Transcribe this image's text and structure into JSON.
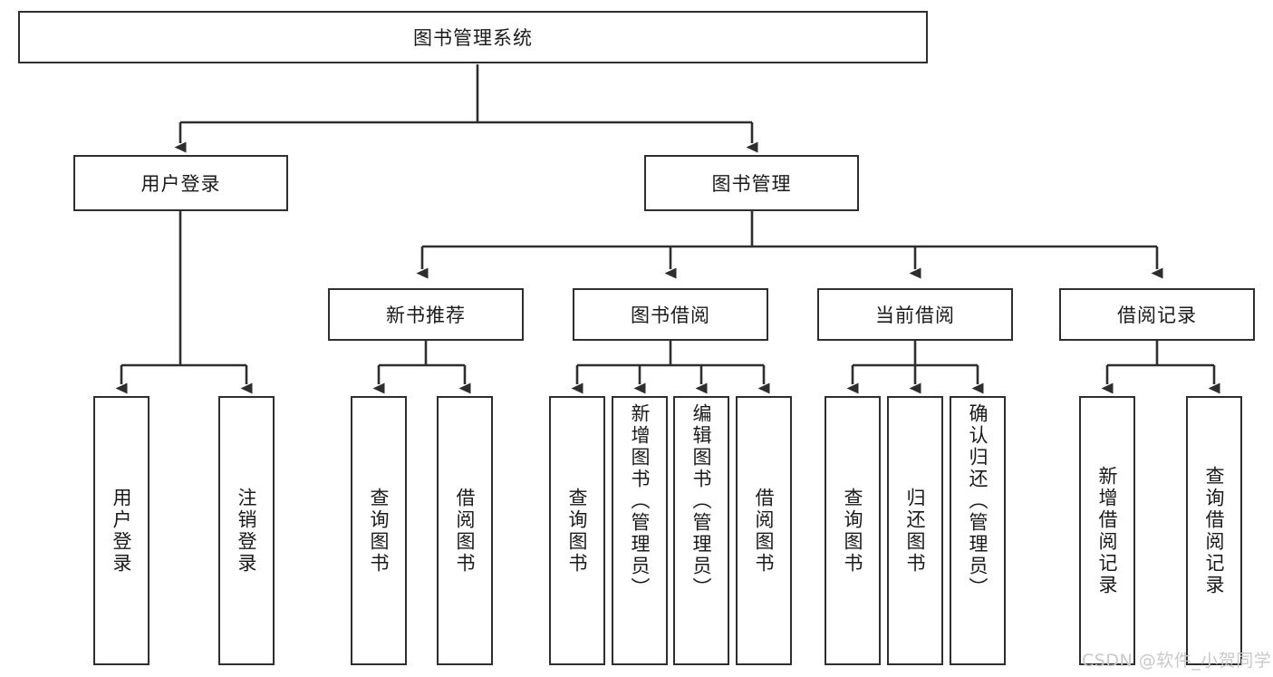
{
  "diagram": {
    "type": "tree-hierarchy-chart",
    "title": "图书管理系统",
    "watermark": "CSDN @软件_小贺同学",
    "colors": {
      "box_border": "#2e2e2e",
      "box_fill": "#ffffff",
      "connector": "#2e2e2e",
      "text": "#1a1a1a",
      "watermark": "#c9c9c9",
      "background": "#ffffff"
    },
    "root": {
      "label": "图书管理系统"
    },
    "level2": [
      {
        "id": "user-login",
        "label": "用户登录"
      },
      {
        "id": "book-management",
        "label": "图书管理"
      }
    ],
    "level3": [
      {
        "id": "new-book-recommend",
        "label": "新书推荐",
        "parent": "book-management"
      },
      {
        "id": "book-borrow",
        "label": "图书借阅",
        "parent": "book-management"
      },
      {
        "id": "current-borrow",
        "label": "当前借阅",
        "parent": "book-management"
      },
      {
        "id": "borrow-record",
        "label": "借阅记录",
        "parent": "book-management"
      }
    ],
    "leaves": [
      {
        "id": "leaf-user-login",
        "label": "用户登录",
        "parent": "user-login"
      },
      {
        "id": "leaf-logout-login",
        "label": "注销登录",
        "parent": "user-login"
      },
      {
        "id": "leaf-query-book-a",
        "label": "查询图书",
        "parent": "new-book-recommend"
      },
      {
        "id": "leaf-borrow-book-a",
        "label": "借阅图书",
        "parent": "new-book-recommend"
      },
      {
        "id": "leaf-query-book-b",
        "label": "查询图书",
        "parent": "book-borrow"
      },
      {
        "id": "leaf-add-book",
        "label": "新增图书（管理员）",
        "parent": "book-borrow"
      },
      {
        "id": "leaf-edit-book",
        "label": "编辑图书（管理员）",
        "parent": "book-borrow"
      },
      {
        "id": "leaf-borrow-book-b",
        "label": "借阅图书",
        "parent": "book-borrow"
      },
      {
        "id": "leaf-query-book-c",
        "label": "查询图书",
        "parent": "current-borrow"
      },
      {
        "id": "leaf-return-book",
        "label": "归还图书",
        "parent": "current-borrow"
      },
      {
        "id": "leaf-confirm-return",
        "label": "确认归还（管理员）",
        "parent": "current-borrow"
      },
      {
        "id": "leaf-add-record",
        "label": "新增借阅记录",
        "parent": "borrow-record"
      },
      {
        "id": "leaf-query-record",
        "label": "查询借阅记录",
        "parent": "borrow-record"
      }
    ]
  }
}
